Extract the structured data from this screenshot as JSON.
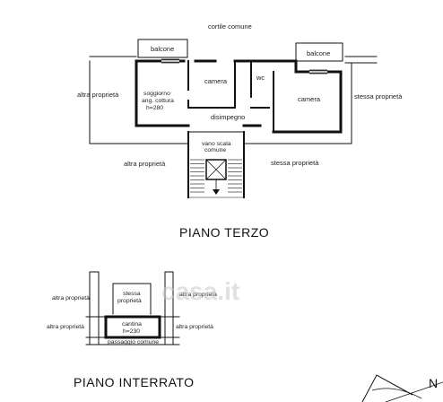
{
  "piano_terzo": {
    "title": "PIANO TERZO",
    "labels": {
      "cortile": "cortile comune",
      "balcone_left": "balcone",
      "balcone_right": "balcone",
      "camera_1": "camera",
      "wc": "wc",
      "camera_2": "camera",
      "soggiorno_1": "soggiorno",
      "soggiorno_2": "ang. cottura",
      "soggiorno_3": "h=280",
      "disimpegno": "disimpegno",
      "vano_scala_1": "vano scala",
      "vano_scala_2": "comune",
      "altra_prop_1": "altra proprietà",
      "altra_prop_2": "altra proprietà",
      "stessa_prop_1": "stessa proprietà",
      "stessa_prop_2": "stessa proprietà"
    }
  },
  "piano_interrato": {
    "title": "PIANO INTERRATO",
    "labels": {
      "altra_prop_a": "altra proprietà",
      "altra_prop_b": "altra proprietà",
      "altra_prop_c": "altra proprietà",
      "altra_prop_d": "altra proprietà",
      "stessa_1": "stessa",
      "stessa_2": "proprietà",
      "cantina_1": "cantina",
      "cantina_2": "h=230",
      "passaggio": "passaggio comune"
    }
  },
  "watermark": "casa.it",
  "north": "N"
}
